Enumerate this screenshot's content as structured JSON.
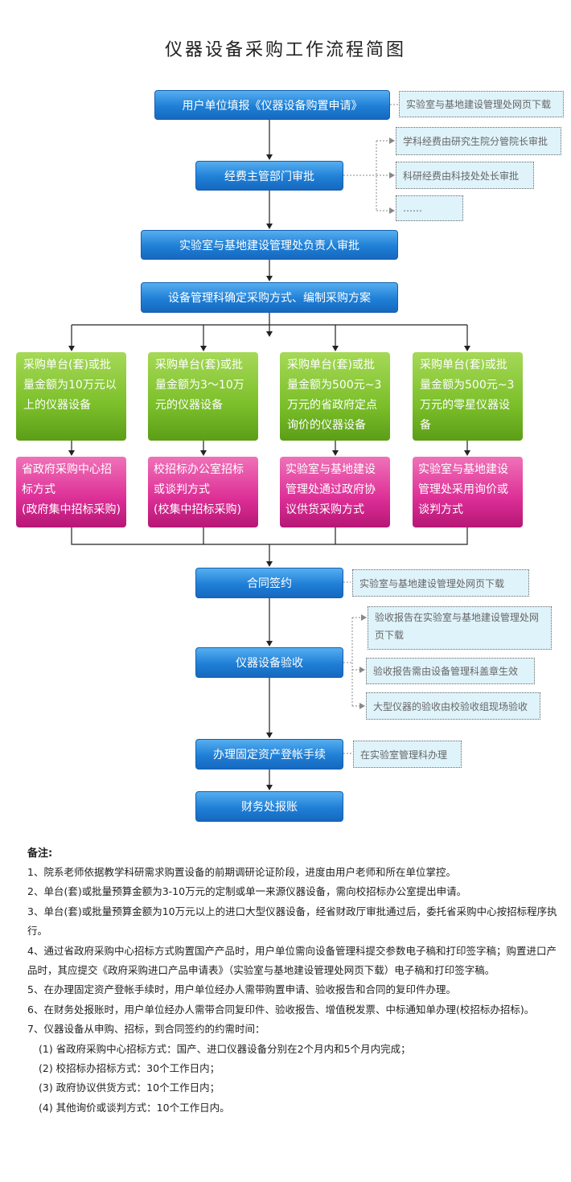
{
  "title": "仪器设备采购工作流程简图",
  "steps": {
    "apply": "用户单位填报《仪器设备购置申请》",
    "funding": "经费主管部门审批",
    "lab_head": "实验室与基地建设管理处负责人审批",
    "plan": "设备管理科确定采购方式、编制采购方案",
    "contract": "合同签约",
    "acceptance": "仪器设备验收",
    "asset": "办理固定资产登帐手续",
    "finance": "财务处报账"
  },
  "notes": {
    "apply": "实验室与基地建设管理处网页下载",
    "funding": [
      "学科经费由研究生院分管院长审批",
      "科研经费由科技处处长审批",
      "……"
    ],
    "contract": "实验室与基地建设管理处网页下载",
    "acceptance": [
      "验收报告在实验室与基地建设管理处网页下载",
      "验收报告需由设备管理科盖章生效",
      "大型仪器的验收由校验收组现场验收"
    ],
    "asset": "在实验室管理科办理"
  },
  "conditions": [
    "采购单台(套)或批量金额为10万元以上的仪器设备",
    "采购单台(套)或批量金额为3～10万元的仪器设备",
    "采购单台(套)或批量金额为500元~3万元的省政府定点询价的仪器设备",
    "采购单台(套)或批量金额为500元~3万元的零星仪器设备"
  ],
  "methods": [
    "省政府采购中心招标方式\n(政府集中招标采购)",
    "校招标办公室招标或谈判方式\n(校集中招标采购)",
    "实验室与基地建设管理处通过政府协议供货采购方式",
    "实验室与基地建设管理处采用询价或谈判方式"
  ],
  "remarks": {
    "heading": "备注:",
    "items": [
      "1、院系老师依据教学科研需求购置设备的前期调研论证阶段，进度由用户老师和所在单位掌控。",
      "2、单台(套)或批量预算金额为3-10万元的定制或单一来源仪器设备，需向校招标办公室提出申请。",
      "3、单台(套)或批量预算金额为10万元以上的进口大型仪器设备，经省财政厅审批通过后，委托省采购中心按招标程序执行。",
      "4、通过省政府采购中心招标方式购置国产产品时，用户单位需向设备管理科提交参数电子稿和打印签字稿；购置进口产品时，其应提交《政府采购进口产品申请表》（实验室与基地建设管理处网页下载）电子稿和打印签字稿。",
      "5、在办理固定资产登帐手续时，用户单位经办人需带购置申请、验收报告和合同的复印件办理。",
      "6、在财务处报账时，用户单位经办人需带合同复印件、验收报告、增值税发票、中标通知单办理(校招标办招标)。",
      "7、仪器设备从申购、招标，到合同签约的约需时间："
    ],
    "sub_items": [
      "(1) 省政府采购中心招标方式：国产、进口仪器设备分别在2个月内和5个月内完成；",
      "(2) 校招标办招标方式：30个工作日内；",
      "(3) 政府协议供货方式：10个工作日内；",
      "(4) 其他询价或谈判方式：10个工作日内。"
    ]
  }
}
